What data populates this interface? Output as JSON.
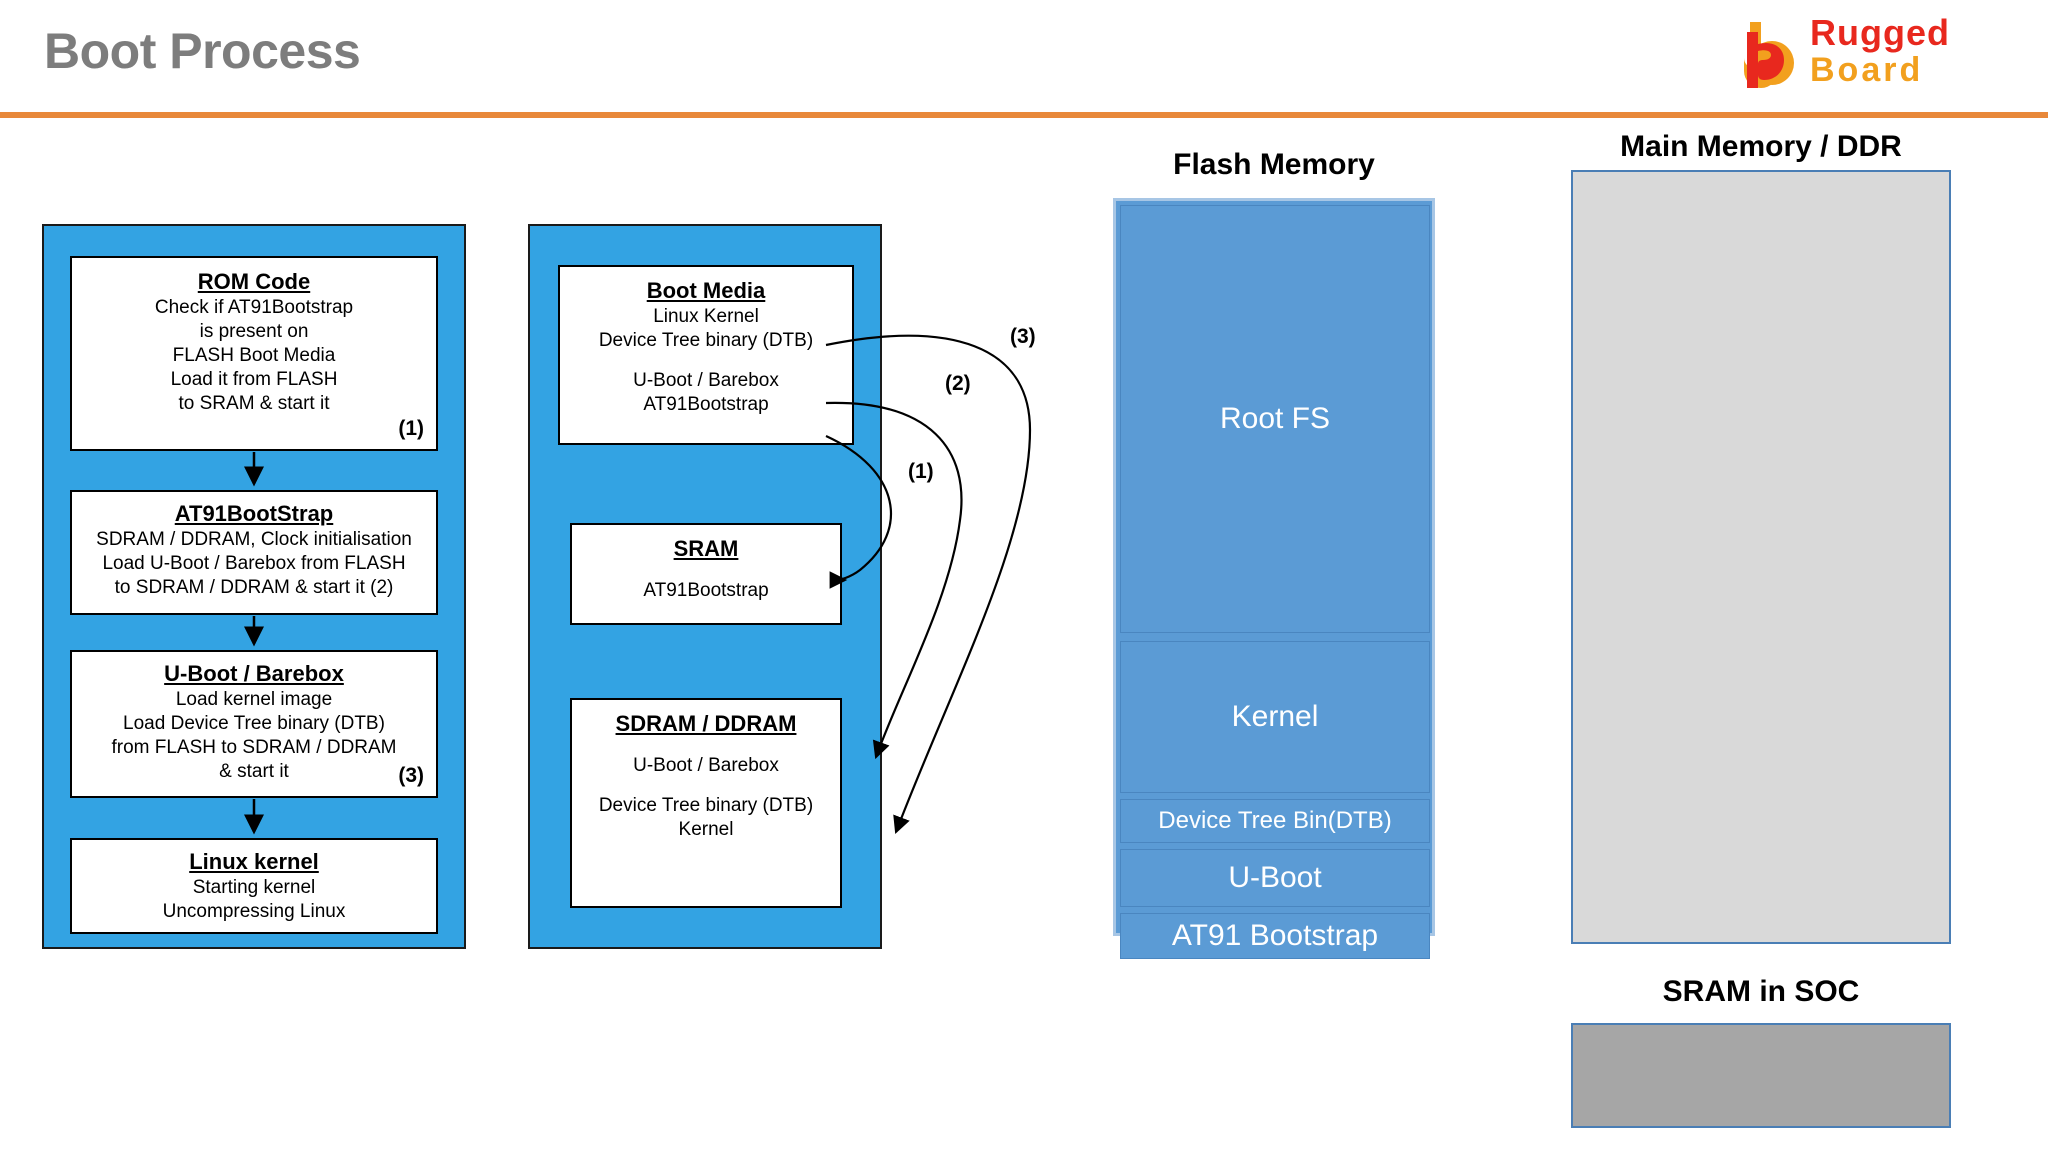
{
  "header": {
    "title": "Boot Process",
    "logo": {
      "line1": "Rugged",
      "line2": "Board",
      "mark_colors": {
        "outer": "#F2A01E",
        "inner": "#E8281E"
      }
    },
    "rule_color": "#E8883A",
    "title_color": "#7D7D7D"
  },
  "boot_flow": {
    "panel_color": "#33A3E3",
    "boxes": [
      {
        "title": "ROM Code",
        "lines": [
          "Check if  AT91Bootstrap",
          "is present on",
          "FLASH Boot Media",
          "Load it from FLASH",
          "to SRAM & start it"
        ],
        "step": "(1)"
      },
      {
        "title": "AT91BootStrap",
        "lines": [
          "SDRAM / DDRAM, Clock  initialisation",
          "Load U-Boot / Barebox from FLASH",
          "to SDRAM / DDRAM & start it (2)"
        ],
        "step": ""
      },
      {
        "title": "U-Boot / Barebox",
        "lines": [
          "Load kernel image",
          "Load Device Tree binary (DTB)",
          "from FLASH to SDRAM / DDRAM",
          "& start it"
        ],
        "step": "(3)"
      },
      {
        "title": "Linux kernel",
        "lines": [
          "Starting kernel",
          "Uncompressing Linux"
        ],
        "step": ""
      }
    ]
  },
  "memory_flow": {
    "panel_color": "#33A3E3",
    "boxes": [
      {
        "title": "Boot Media",
        "lines": [
          "Linux Kernel",
          "Device Tree binary (DTB)",
          "",
          "U-Boot / Barebox",
          "AT91Bootstrap"
        ]
      },
      {
        "title": "SRAM",
        "lines": [
          "",
          "AT91Bootstrap"
        ]
      },
      {
        "title": "SDRAM / DDRAM",
        "lines": [
          "",
          "U-Boot / Barebox",
          "",
          "Device Tree binary (DTB)",
          "Kernel"
        ]
      }
    ],
    "arrow_labels": [
      "(1)",
      "(2)",
      "(3)"
    ]
  },
  "flash_memory": {
    "heading": "Flash Memory",
    "fill_color": "#5B9BD5",
    "border_color": "#A7C6E5",
    "segments": [
      {
        "label": "Root FS"
      },
      {
        "label": "Kernel"
      },
      {
        "label": "Device Tree Bin(DTB)"
      },
      {
        "label": "U-Boot"
      },
      {
        "label": "AT91 Bootstrap"
      }
    ]
  },
  "main_memory": {
    "heading": "Main Memory / DDR",
    "fill_color": "#D9D9D9",
    "border_color": "#4A7EB5"
  },
  "sram_soc": {
    "heading": "SRAM in SOC",
    "fill_color": "#A6A6A6",
    "border_color": "#4A7EB5"
  }
}
